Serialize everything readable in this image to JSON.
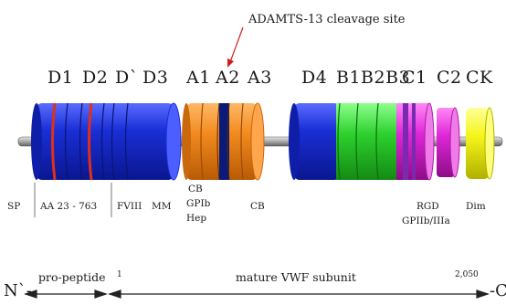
{
  "annotation": {
    "cleavage": "ADAMTS-13 cleavage site"
  },
  "domains": [
    "D1",
    "D2",
    "D`",
    "D3",
    "A1",
    "A2",
    "A3",
    "D4",
    "B1B2B3",
    "C1",
    "C2",
    "CK"
  ],
  "features": {
    "sp": "SP",
    "aa_range": "AA 23 - 763",
    "fviii": "FVIII",
    "mm": "MM",
    "a1_cb": "CB",
    "a1_gp": "GPIb",
    "a1_hep": "Hep",
    "a3_cb": "CB",
    "rgd": "RGD",
    "gp2b3a": "GPIIb/IIIa",
    "dim": "Dim"
  },
  "bottom": {
    "n_term": "N`-",
    "propeptide": "pro-peptide",
    "one": "1",
    "mature": "mature VWF subunit",
    "end_num": "2,050",
    "c_term": "-C"
  },
  "colors": {
    "blue": "#1a2fd6",
    "red_stripe": "#e03018",
    "orange": "#f28a1e",
    "navy": "#0a1a7a",
    "green": "#2ed12e",
    "magenta": "#e026d8",
    "purple": "#7a2ab0",
    "yellow": "#f5f51a",
    "rod": "#a8a8a8"
  }
}
